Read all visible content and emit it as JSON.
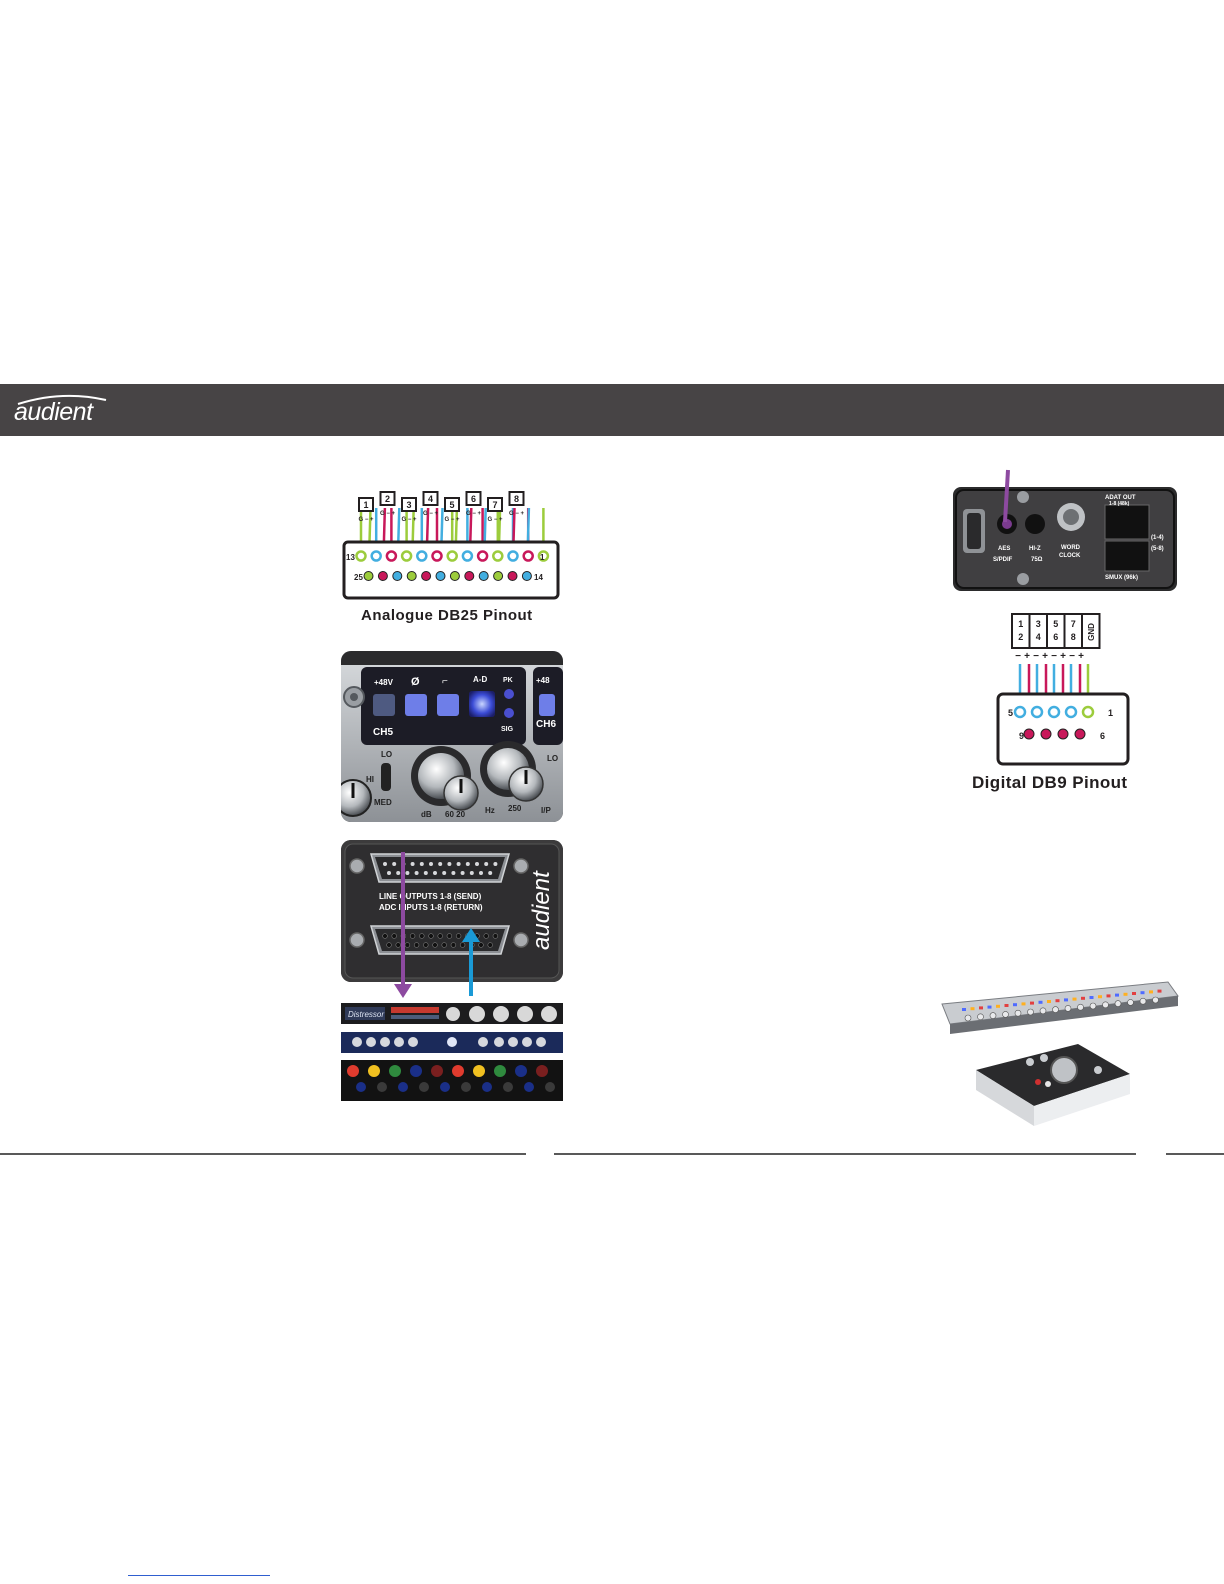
{
  "header": {
    "logo_text": "audient",
    "color": "#474445"
  },
  "db25": {
    "caption": "Analogue DB25 Pinout",
    "channels": [
      "1",
      "2",
      "3",
      "4",
      "5",
      "6",
      "7",
      "8"
    ],
    "pin_labels": [
      "G",
      "−",
      "+"
    ],
    "pin_13": "13",
    "pin_1": "1",
    "pin_25": "25",
    "pin_14": "14",
    "colors": {
      "ground": "#9ccc3c",
      "minus": "#42aee0",
      "plus": "#c8185a"
    }
  },
  "preamp_photo": {
    "label_48v": "+48V",
    "label_phase": "Ø",
    "label_filter": "⌐",
    "label_ad": "A-D",
    "label_pk": "PK",
    "label_sig": "SIG",
    "label_ch5": "CH5",
    "label_ch6": "CH6",
    "label_lo": "LO",
    "label_hi": "HI",
    "label_med": "MED",
    "label_db": "dB",
    "label_hz": "Hz",
    "label_6060": "60  20",
    "label_250": "250",
    "label_ip": "I/P",
    "label_48v_2": "+48"
  },
  "rear_panel_photo": {
    "label_line1": "LINE OUTPUTS 1-8 (SEND)",
    "label_line2": "ADC INPUTS 1-8 (RETURN)",
    "brand": "audient",
    "send_arrow_color": "#8d4aa0",
    "return_arrow_color": "#1a9ad6"
  },
  "rack_units": {
    "unit1_label": "Distressor"
  },
  "digital_photo": {
    "label_aes": "AES",
    "label_spdif": "S/PDIF",
    "label_hiz": "HI-Z",
    "label_75": "75Ω",
    "label_word": "WORD",
    "label_clock": "CLOCK",
    "label_adat": "ADAT OUT",
    "label_adat_sub": "1-8 (48k)",
    "label_14": "(1-4)",
    "label_58": "(5-8)",
    "label_smux": "SMUX (96k)"
  },
  "db9": {
    "caption": "Digital DB9 Pinout",
    "channel_pairs": [
      {
        "top": "1",
        "bottom": "2"
      },
      {
        "top": "3",
        "bottom": "4"
      },
      {
        "top": "5",
        "bottom": "6"
      },
      {
        "top": "7",
        "bottom": "8"
      }
    ],
    "gnd_label": "GND",
    "signs": [
      "−",
      "+",
      "−",
      "+",
      "−",
      "+",
      "−",
      "+"
    ],
    "pin_5": "5",
    "pin_1": "1",
    "pin_9": "9",
    "pin_6": "6"
  }
}
